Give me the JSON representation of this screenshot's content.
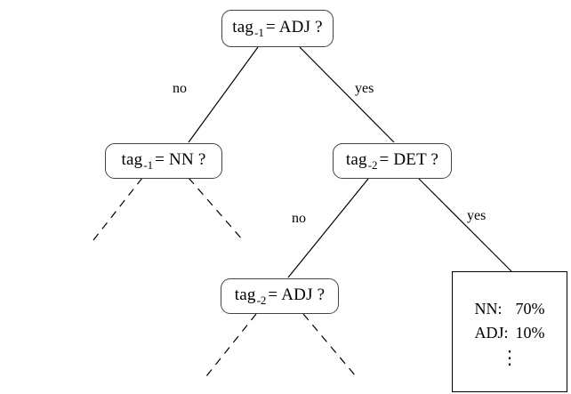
{
  "diagram": {
    "type": "decision-tree",
    "background_color": "#ffffff",
    "node_border_color": "#444444",
    "leaf_border_color": "#000000",
    "edge_color": "#000000"
  },
  "nodes": {
    "root": {
      "label_base": "tag",
      "label_sub": "-1",
      "label_rest": "= ADJ ?"
    },
    "left_child": {
      "label_base": "tag",
      "label_sub": "-1",
      "label_rest": "= NN ?"
    },
    "right_child": {
      "label_base": "tag",
      "label_sub": "-2",
      "label_rest": "= DET ?"
    },
    "grandchild": {
      "label_base": "tag",
      "label_sub": "-2",
      "label_rest": "= ADJ ?"
    }
  },
  "edge_labels": {
    "root_no": "no",
    "root_yes": "yes",
    "det_no": "no",
    "det_yes": "yes"
  },
  "leaf": {
    "rows": [
      {
        "tag": "NN:",
        "value": "70%"
      },
      {
        "tag": "ADJ:",
        "value": "10%"
      }
    ],
    "ellipsis": "⋮"
  }
}
